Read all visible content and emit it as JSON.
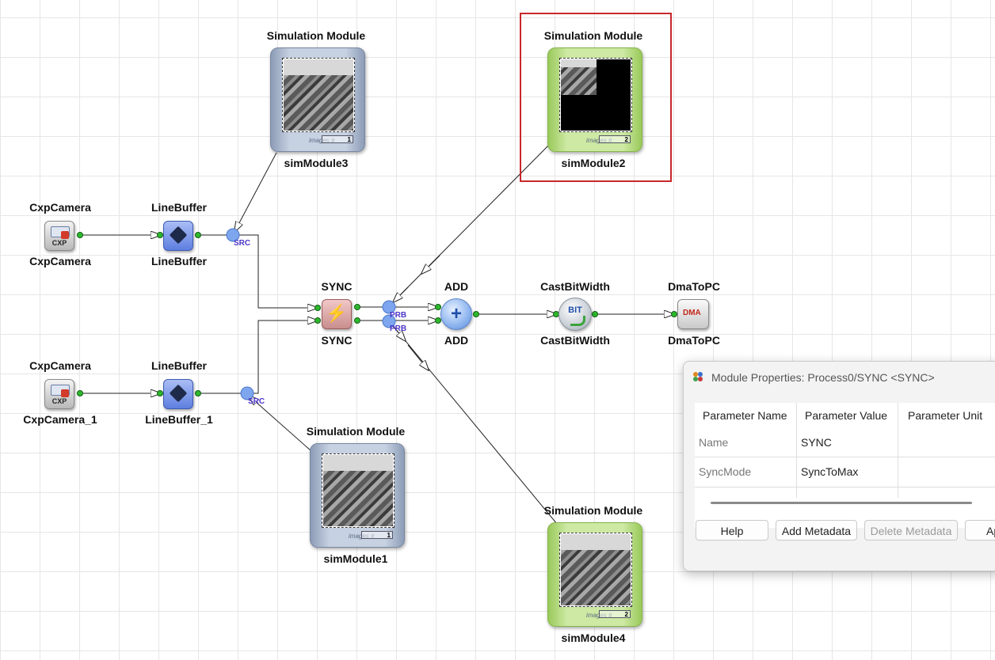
{
  "nodes": {
    "cam1": {
      "type_label": "CxpCamera",
      "name": "CxpCamera",
      "icon_text": "CXP"
    },
    "cam2": {
      "type_label": "CxpCamera",
      "name": "CxpCamera_1",
      "icon_text": "CXP"
    },
    "lb1": {
      "type_label": "LineBuffer",
      "name": "LineBuffer"
    },
    "lb2": {
      "type_label": "LineBuffer",
      "name": "LineBuffer_1"
    },
    "sync": {
      "type_label": "SYNC",
      "name": "SYNC"
    },
    "add": {
      "type_label": "ADD",
      "name": "ADD"
    },
    "cast": {
      "type_label": "CastBitWidth",
      "name": "CastBitWidth",
      "icon_text": "BIT"
    },
    "dma": {
      "type_label": "DmaToPC",
      "name": "DmaToPC",
      "icon_text": "DMA"
    },
    "sim3": {
      "type_label": "Simulation Module",
      "name": "simModule3",
      "images_label": "images #",
      "images_count": "1"
    },
    "sim2": {
      "type_label": "Simulation Module",
      "name": "simModule2",
      "images_label": "images #",
      "images_count": "2"
    },
    "sim1": {
      "type_label": "Simulation Module",
      "name": "simModule1",
      "images_label": "images #",
      "images_count": "1"
    },
    "sim4": {
      "type_label": "Simulation Module",
      "name": "simModule4",
      "images_label": "images #",
      "images_count": "2"
    }
  },
  "port_labels": {
    "src1": "SRC",
    "src2": "SRC",
    "prb1": "PRB",
    "prb2": "PRB"
  },
  "dialog": {
    "title": "Module Properties: Process0/SYNC <SYNC>",
    "columns": [
      "Parameter Name",
      "Parameter Value",
      "Parameter Unit"
    ],
    "rows": [
      {
        "name": "Name",
        "value": "SYNC"
      },
      {
        "name": "SyncMode",
        "value": "SyncToMax"
      }
    ],
    "buttons": {
      "help": "Help",
      "add_metadata": "Add Metadata",
      "delete_metadata": "Delete Metadata",
      "apply": "Ap"
    }
  },
  "colors": {
    "highlight": "#c8282b",
    "port_green": "#2db82d",
    "wire": "#222222"
  }
}
